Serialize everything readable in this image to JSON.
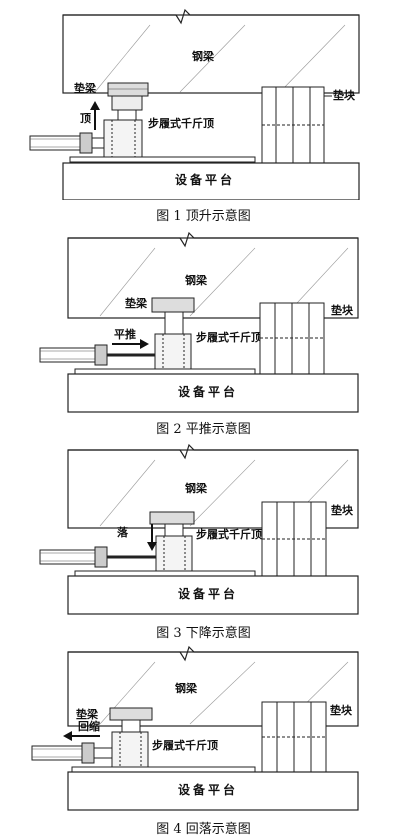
{
  "labels": {
    "beam": "钢梁",
    "pad_beam": "垫梁",
    "block": "垫块",
    "jack": "步履式千斤顶",
    "platform": "设备平台"
  },
  "figures": [
    {
      "caption": "图 1  顶升示意图",
      "action": "顶"
    },
    {
      "caption": "图 2  平推示意图",
      "action": "平推"
    },
    {
      "caption": "图 3  下降示意图",
      "action": "落"
    },
    {
      "caption": "图 4  回落示意图",
      "action": "回缩"
    }
  ]
}
